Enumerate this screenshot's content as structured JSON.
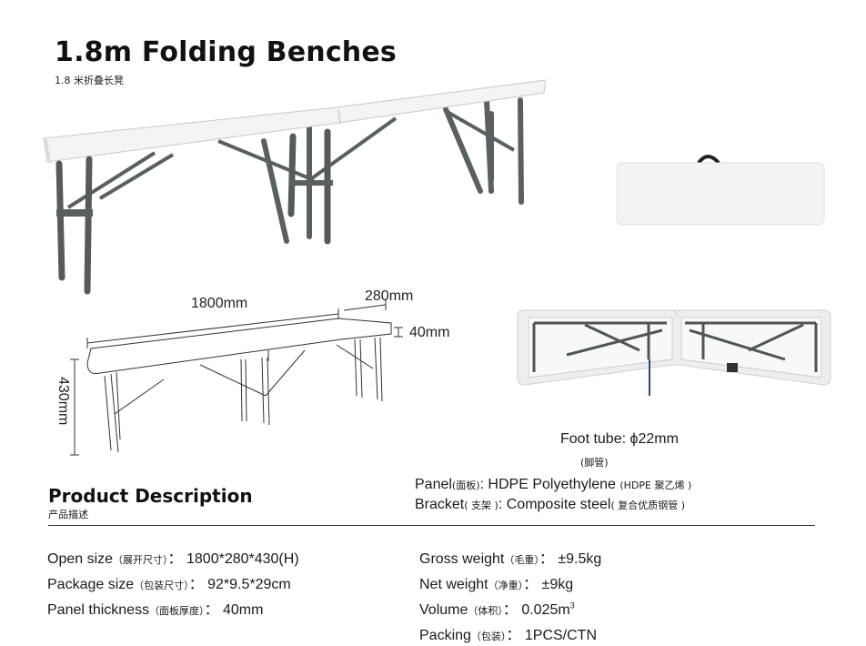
{
  "header": {
    "title": "1.8m Folding Benches",
    "subtitle": "1.8 米折叠长凳"
  },
  "dimensions": {
    "length": "1800mm",
    "width": "280mm",
    "thickness": "40mm",
    "height": "430mm"
  },
  "foot_tube": {
    "label": "Foot tube:  ϕ22mm",
    "label_cn": "(脚管)"
  },
  "materials": {
    "panel": {
      "label": "Panel",
      "cn": "(面板)",
      "sep": ":",
      "value": "HDPE Polyethylene",
      "value_cn": "(HDPE 聚乙烯 )"
    },
    "bracket": {
      "label": "Bracket",
      "cn": "( 支架 )",
      "sep": ":",
      "value": "Composite steel",
      "value_cn": "( 复合优质钢管 )"
    }
  },
  "product_description": {
    "title": "Product Description",
    "subtitle": "产品描述"
  },
  "specs_left": [
    {
      "label": "Open size",
      "cn": "（展开尺寸）",
      "value": "：  1800*280*430(H)"
    },
    {
      "label": "Package size",
      "cn": "（包装尺寸）",
      "value": "：  92*9.5*29cm"
    },
    {
      "label": "Panel thickness",
      "cn": "（面板厚度）",
      "value": "：  40mm"
    }
  ],
  "specs_right": [
    {
      "label": "Gross weight",
      "cn": "（毛重）",
      "value": "：  ±9.5kg"
    },
    {
      "label": "Net weight",
      "cn": "（净重）",
      "value": "：  ±9kg"
    },
    {
      "label": "Volume",
      "cn": "（体积）",
      "value": "：  0.025m",
      "sup": "3"
    },
    {
      "label": "Packing",
      "cn": "（包装）",
      "value": "：  1PCS/CTN"
    }
  ],
  "colors": {
    "panel": "#f3f3f3",
    "frame": "#545a5c",
    "text": "#1a1a1a",
    "accent": "#2d4a7a"
  }
}
